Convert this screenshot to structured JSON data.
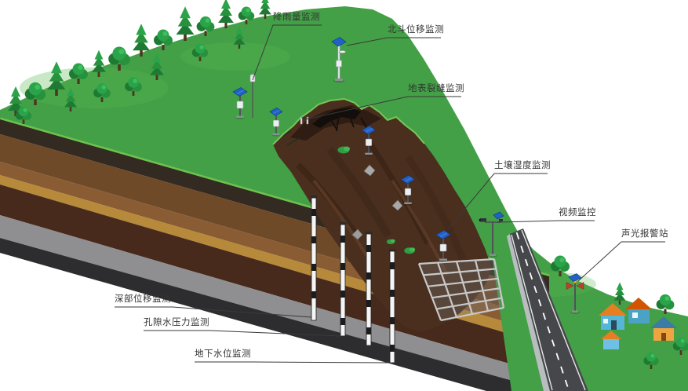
{
  "labels": {
    "rainfall": "降雨量监测",
    "beidou_displacement": "北斗位移监测",
    "surface_crack": "地表裂缝监测",
    "soil_moisture": "土壤湿度监测",
    "video_monitoring": "视频监控",
    "sound_light_alarm": "声光报警站",
    "deep_displacement": "深部位移监测",
    "pore_water_pressure": "孔隙水压力监测",
    "groundwater_level": "地下水位监测"
  },
  "palette": {
    "grass": "#43a047",
    "grass_highlight": "#6fc24f",
    "topsoil_dark": "#332a22",
    "soil_brown": "#6f4a28",
    "soil_brown_light": "#8a5c33",
    "sand_ochre": "#b68a3a",
    "clay_dark_brown": "#472a1b",
    "bedrock_gray": "#8f8f91",
    "base_dark": "#2d2d2f",
    "landslide_soil": "#4a2e1e",
    "road_asphalt": "#45474b",
    "solar_panel_blue": "#2062c9",
    "label_text": "#333333",
    "leader_line": "#3a3a3a"
  },
  "icons": {
    "solar_station": "solar-station-icon",
    "gnss_antenna": "gnss-station-icon",
    "rain_gauge": "rain-gauge-icon",
    "crack_sensor": "crack-sensor-icon",
    "video_camera": "video-camera-icon",
    "alarm_horn": "alarm-station-icon",
    "borehole": "borehole-icon",
    "tree": "tree-icon",
    "house": "house-icon"
  }
}
